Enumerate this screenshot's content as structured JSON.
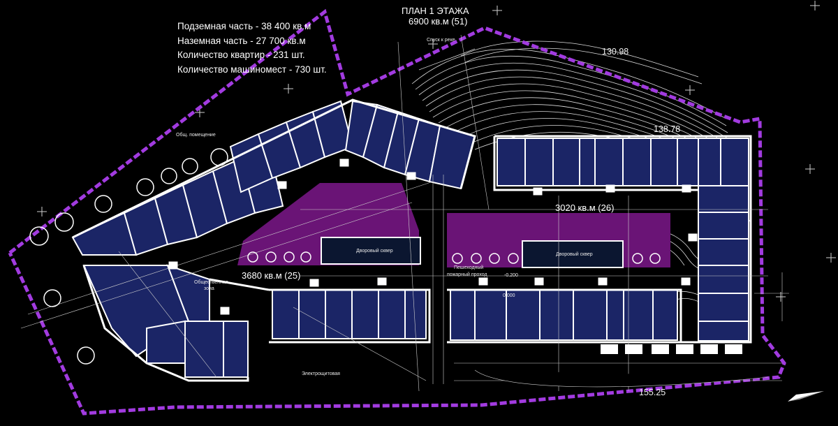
{
  "stats": [
    "Подземная часть - 38 400 кв.м",
    "Наземная часть - 27 700 кв.м",
    "Количество квартир - 231 шт.",
    "Количество машиномест - 730 шт."
  ],
  "plan_title": "ПЛАН 1 ЭТАЖА",
  "plan_subtitle": "6900 кв.м (51)",
  "areas": {
    "west": "3680 кв.м (25)",
    "east": "3020 кв.м (26)"
  },
  "elevations": {
    "top": "130.98",
    "mid": "138.78",
    "bottom": "155.25"
  },
  "labels": {
    "descent": "Спуск к реке",
    "common_room": "Общ. помещение",
    "public_zone_1": "Общественная",
    "public_zone_2": "зона",
    "fire_passage_1": "Пешеходный",
    "fire_passage_2": "пожарный проход",
    "electrical": "Электрощитовая",
    "level_0": "0.000",
    "level_minus": "-0.200",
    "courtyard_1": "Дворовый сквер",
    "courtyard_2": "Дворовый сквер"
  },
  "colors": {
    "background": "#000000",
    "unit_fill": "#1b2566",
    "courtyard": "#6a1476",
    "boundary": "#a23be0",
    "line": "#ffffff"
  }
}
